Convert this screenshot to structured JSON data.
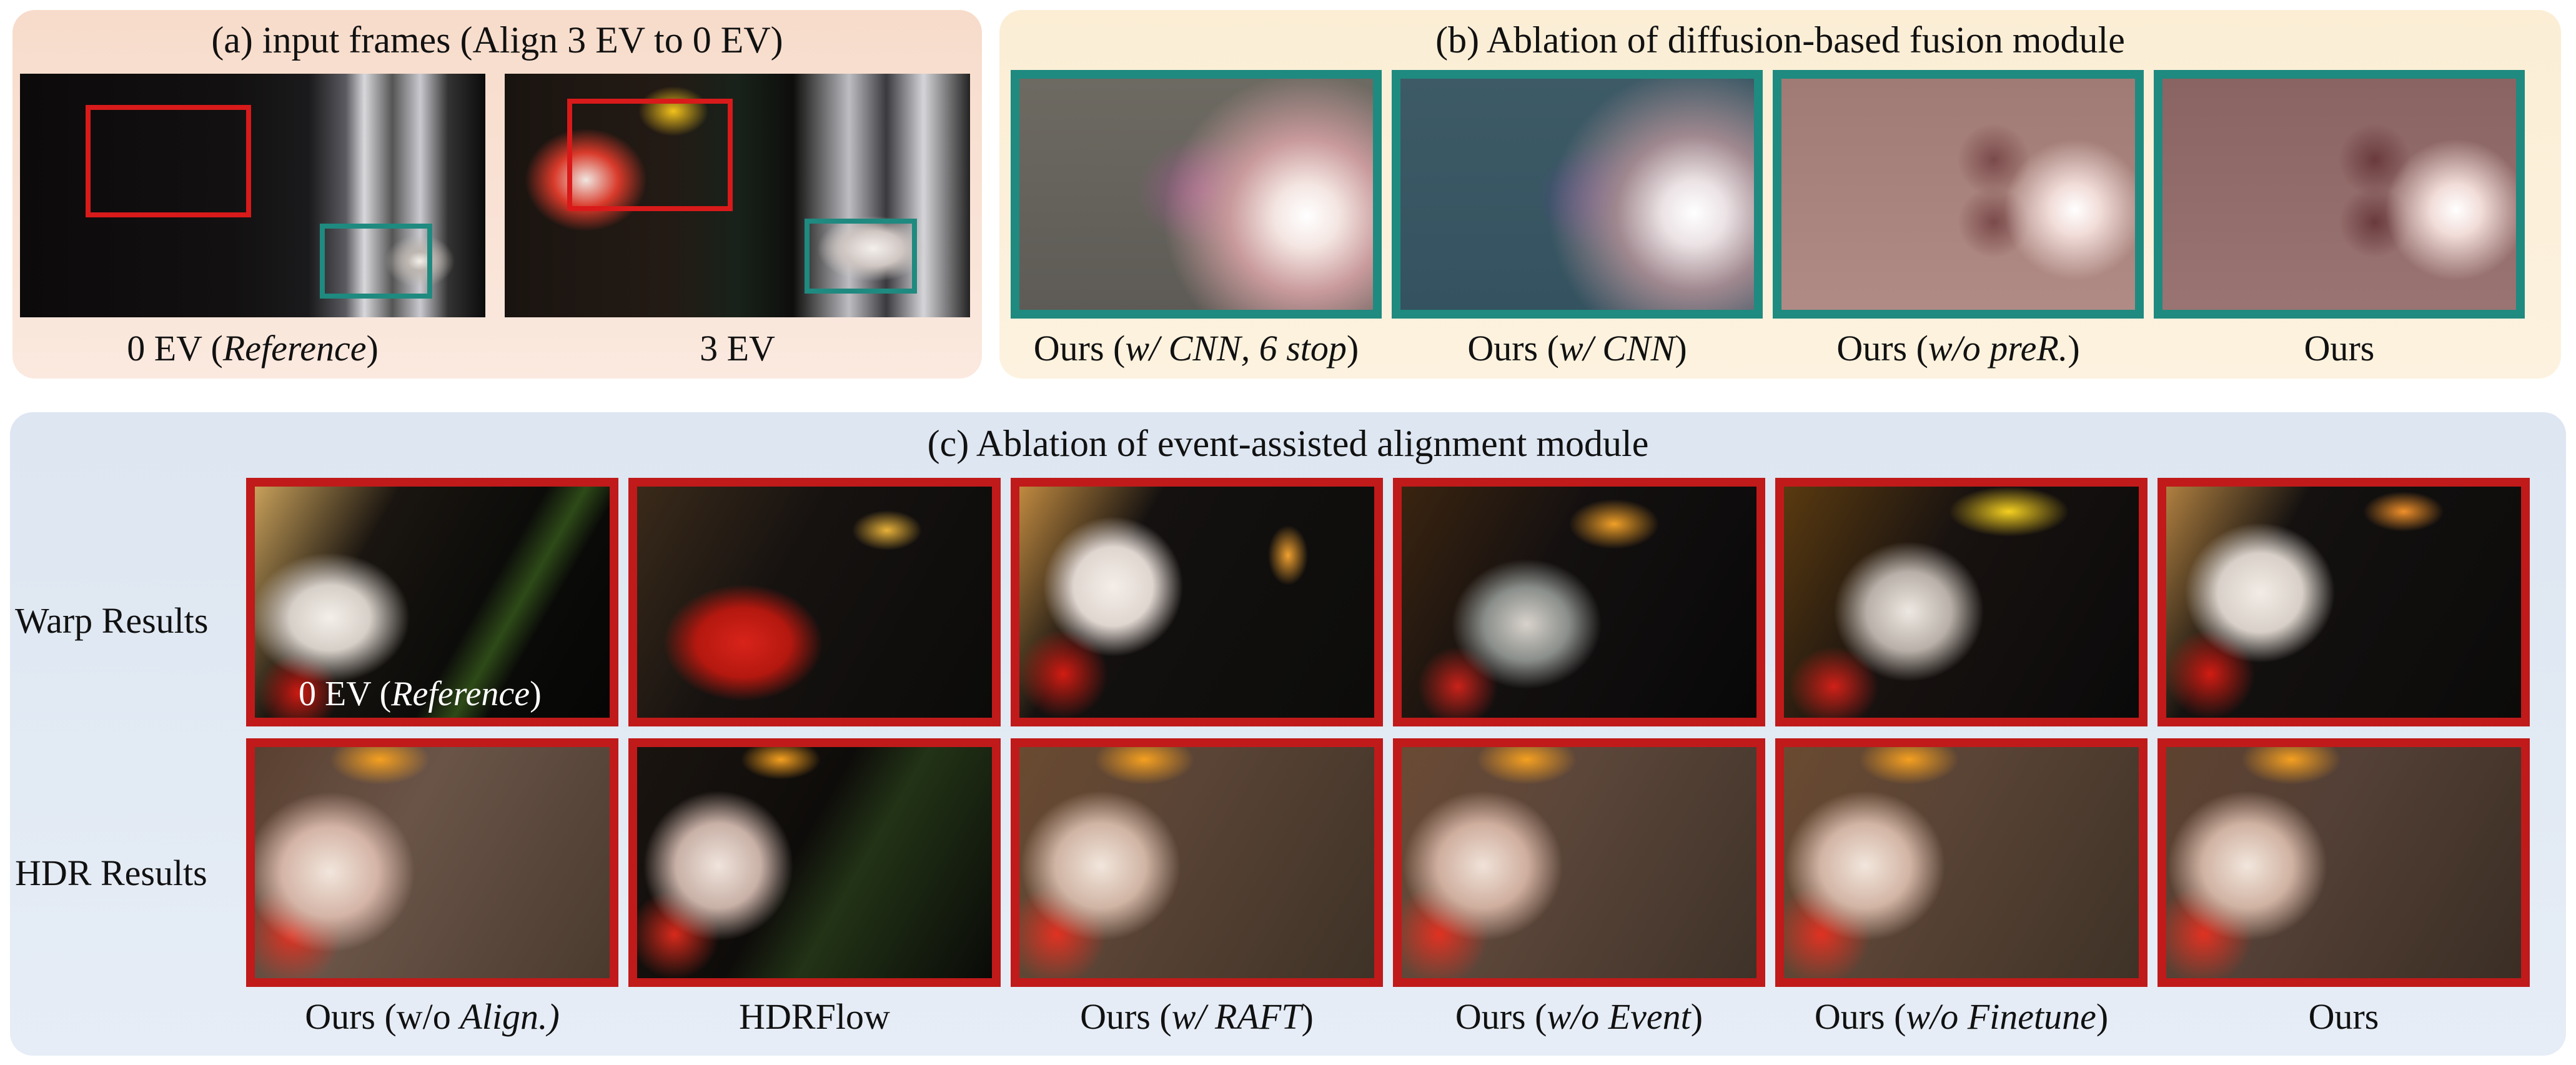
{
  "panel_a": {
    "title": "(a) input frames (Align 3 EV to 0 EV)",
    "captions": [
      {
        "pre": "0 EV (",
        "it": "Reference",
        "post": ")"
      },
      {
        "pre": "3 EV",
        "it": "",
        "post": ""
      }
    ]
  },
  "panel_b": {
    "title": "(b) Ablation of diffusion-based fusion module",
    "captions": [
      {
        "pre": "Ours (",
        "it": "w/ CNN, 6 stop",
        "post": ")"
      },
      {
        "pre": "Ours (",
        "it": "w/ CNN",
        "post": ")"
      },
      {
        "pre": "Ours (",
        "it": "w/o preR.",
        "post": ")"
      },
      {
        "pre": "Ours",
        "it": "",
        "post": ""
      }
    ]
  },
  "panel_c": {
    "title": "(c) Ablation of event-assisted alignment module",
    "row_labels": [
      "Warp Results",
      "HDR Results"
    ],
    "inset_label": {
      "pre": "0 EV (",
      "it": "Reference",
      "post": ")"
    },
    "captions": [
      {
        "pre": "Ours (w/o ",
        "it": "Align.)",
        "post": ""
      },
      {
        "pre": "HDRFlow",
        "it": "",
        "post": ""
      },
      {
        "pre": "Ours (",
        "it": "w/ RAFT",
        "post": ")"
      },
      {
        "pre": "Ours (",
        "it": "w/o Event",
        "post": ")"
      },
      {
        "pre": "Ours (",
        "it": "w/o Finetune",
        "post": ")"
      },
      {
        "pre": "Ours",
        "it": "",
        "post": ""
      }
    ]
  },
  "colors": {
    "teal_frame": "#1f8a80",
    "red_frame": "#c01a1a"
  }
}
